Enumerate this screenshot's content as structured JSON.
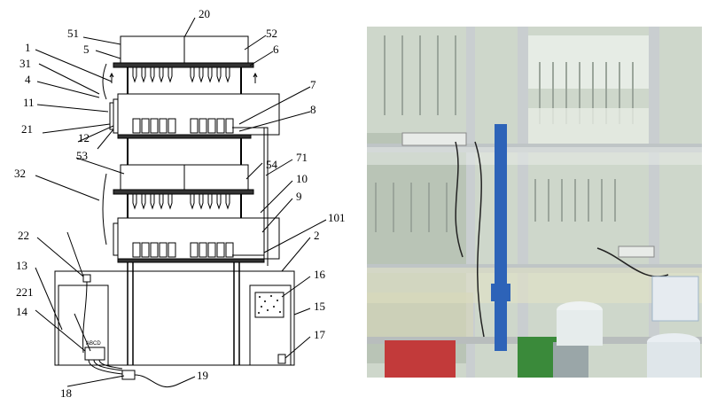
{
  "diagram": {
    "labels": {
      "n1": "1",
      "n2": "2",
      "n4": "4",
      "n5": "5",
      "n6": "6",
      "n7": "7",
      "n8": "8",
      "n9": "9",
      "n10": "10",
      "n11": "11",
      "n12": "12",
      "n13": "13",
      "n14": "14",
      "n15": "15",
      "n16": "16",
      "n17": "17",
      "n18": "18",
      "n19": "19",
      "n20": "20",
      "n21": "21",
      "n22": "22",
      "n31": "31",
      "n32": "32",
      "n51": "51",
      "n52": "52",
      "n53": "53",
      "n54": "54",
      "n71": "71",
      "n101": "101",
      "n221": "221"
    },
    "plug_text": "ABCD"
  },
  "colors": {
    "line": "#000000",
    "dark_plate": "#333333",
    "photo_wall": "#d6ddd2",
    "shelf_frame": "#c9ced0",
    "blue_pipe": "#2d63b8",
    "green_floor": "#3a8a3a"
  }
}
